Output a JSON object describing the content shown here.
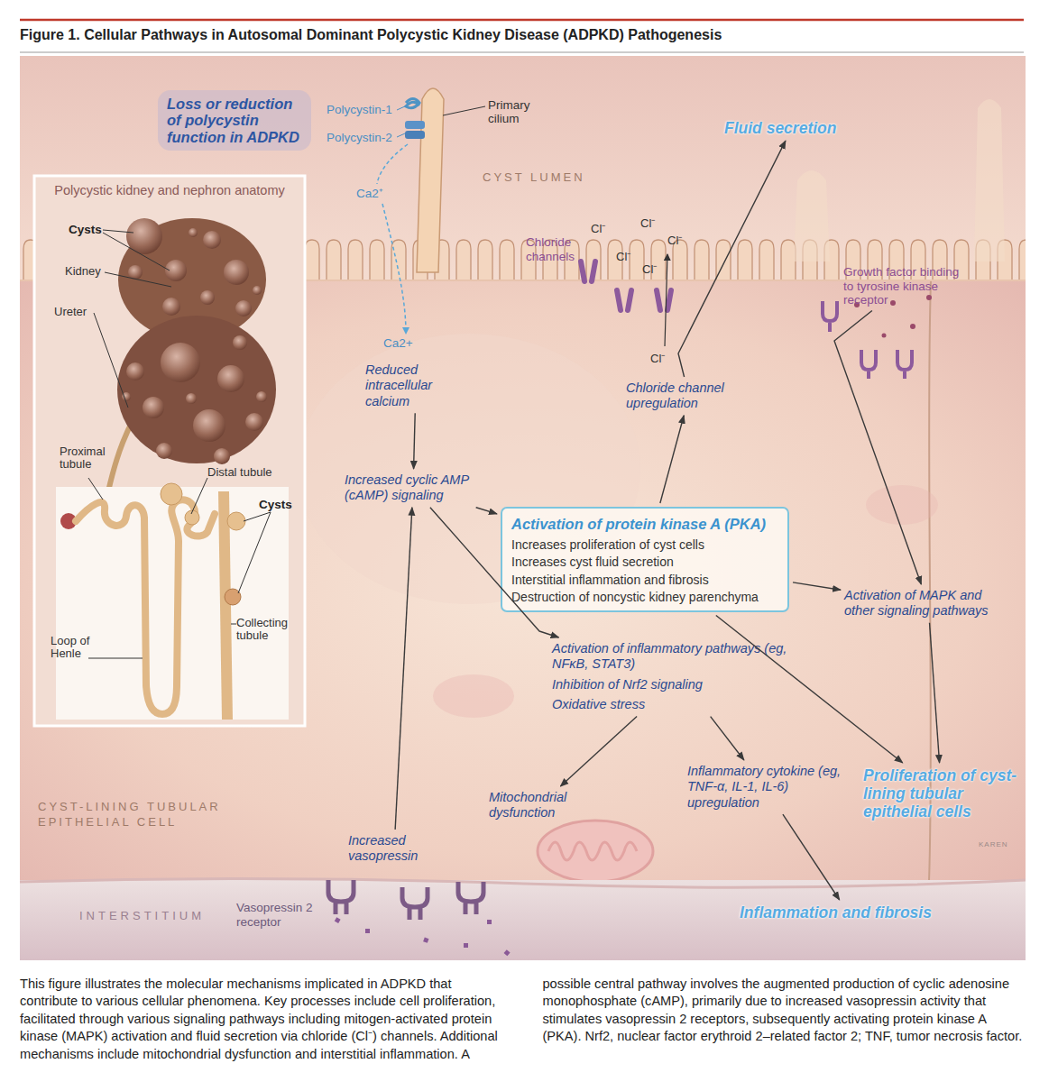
{
  "diagram": {
    "title": "Figure 1. Cellular Pathways in Autosomal Dominant Polycystic Kidney Disease (ADPKD) Pathogenesis",
    "caption": "This figure illustrates the molecular mechanisms implicated in ADPKD that contribute to various cellular phenomena. Key processes include cell proliferation, facilitated through various signaling pathways including mitogen-activated protein kinase (MAPK) activation and fluid secretion via chloride (Cl⁻) channels. Additional mechanisms include mitochondrial dysfunction and interstitial inflammation. A possible central pathway involves the augmented production of cyclic adenosine monophosphate (cAMP), primarily due to increased vasopressin activity that stimulates vasopressin 2 receptors, subsequently activating protein kinase A (PKA). Nrf2, nuclear factor erythroid 2–related factor 2; TNF, tumor necrosis factor.",
    "nodes": [
      {
        "text": [
          "Loss or reduction of polycystin function in ADPKD"
        ]
      },
      {
        "text": [
          "Polycystic kidney and nephron anatomy"
        ]
      },
      {
        "text": [
          "Reduced intracellular calcium"
        ]
      },
      {
        "text": [
          "Increased cyclic AMP (cAMP) signaling"
        ]
      },
      {
        "text": [
          "Chloride channel upregulation"
        ]
      },
      {
        "text": [
          "Fluid secretion"
        ]
      },
      {
        "text": [
          "Growth factor binding to tyrosine kinase receptor"
        ]
      },
      {
        "text": [
          "Activation of protein kinase A (PKA)",
          "Increases proliferation of cyst cells",
          "Increases cyst fluid secretion",
          "Interstitial inflammation and fibrosis",
          "Destruction of noncystic kidney parenchyma"
        ]
      },
      {
        "text": [
          "Activation of MAPK and other signaling pathways"
        ]
      },
      {
        "text": [
          "Activation of inflammatory pathways (eg, NFκB, STAT3)",
          "Inhibition of Nrf2 signaling",
          "Oxidative stress"
        ]
      },
      {
        "text": [
          "Mitochondrial dysfunction"
        ]
      },
      {
        "text": [
          "Inflammatory cytokine (eg, TNF-α, IL-1, IL-6) upregulation"
        ]
      },
      {
        "text": [
          "Proliferation of cyst-lining tubular epithelial cells"
        ]
      },
      {
        "text": [
          "Increased vasopressin"
        ]
      },
      {
        "text": [
          "Inflammation and fibrosis"
        ]
      }
    ],
    "edges": [
      {
        "from": 2,
        "to": 3,
        "arrow": "to"
      },
      {
        "from": 13,
        "to": 3,
        "arrow": "to"
      },
      {
        "from": 3,
        "to": 7,
        "arrow": "to"
      },
      {
        "from": 3,
        "to": 9,
        "arrow": "to"
      },
      {
        "from": 7,
        "to": 4,
        "arrow": "to"
      },
      {
        "from": 4,
        "to": 5,
        "arrow": "to"
      },
      {
        "from": 6,
        "to": 8,
        "arrow": "to"
      },
      {
        "from": 7,
        "to": 8,
        "arrow": "to"
      },
      {
        "from": 7,
        "to": 12,
        "arrow": "to"
      },
      {
        "from": 8,
        "to": 12,
        "arrow": "to"
      },
      {
        "from": 9,
        "to": 10,
        "arrow": "to"
      },
      {
        "from": 9,
        "to": 11,
        "arrow": "to"
      },
      {
        "from": 11,
        "to": 14,
        "arrow": "to"
      }
    ],
    "labels": [
      "Polycystin-1",
      "Polycystin-2",
      "Primary cilium",
      "Ca2⁺",
      "CYST LUMEN",
      "Chloride channels",
      "Cl⁻",
      "Cl⁻",
      "Cl⁻",
      "Cl⁻",
      "Cl⁻",
      "Cl⁻",
      "Ca2+",
      "CYST-LINING TUBULAR EPITHELIAL CELL",
      "INTERSTITIUM",
      "Vasopressin 2 receptor",
      "KAREN",
      "Cysts",
      "Kidney",
      "Ureter",
      "Proximal tubule",
      "Distal tubule",
      "Cysts",
      "Collecting tubule",
      "Loop of Henle"
    ]
  }
}
